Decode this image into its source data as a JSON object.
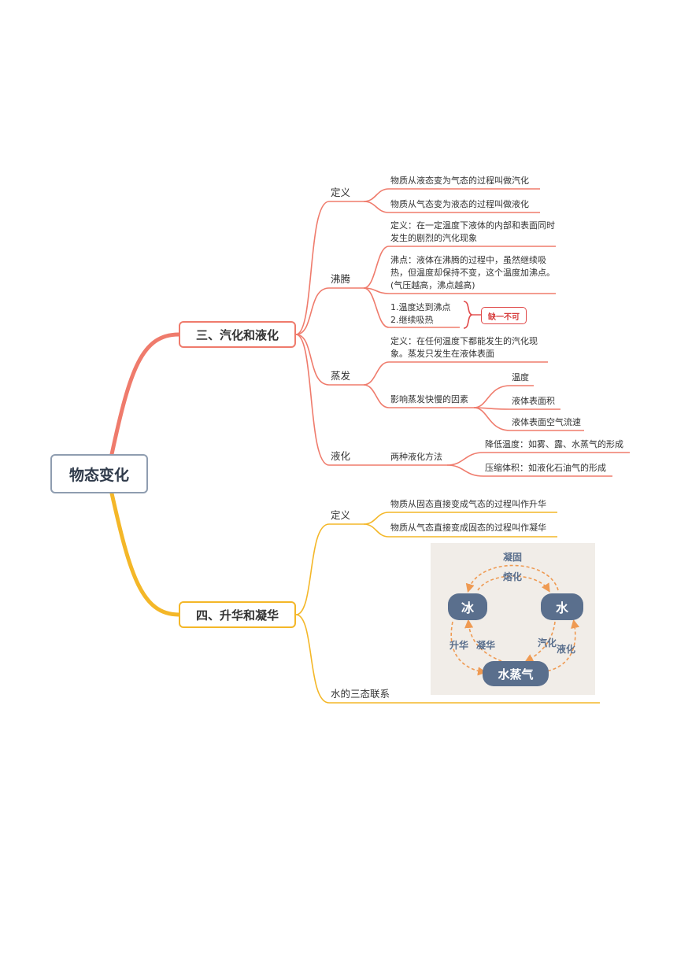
{
  "root": "物态变化",
  "branch_vaporization": {
    "title": "三、汽化和液化",
    "definition": {
      "label": "定义",
      "items": [
        "物质从液态变为气态的过程叫做汽化",
        "物质从气态变为液态的过程叫做液化"
      ]
    },
    "boiling": {
      "label": "沸腾",
      "definition": "定义：在一定温度下液体的内部和表面同时发生的剧烈的汽化现象",
      "boiling_point": "沸点：液体在沸腾的过程中，虽然继续吸热，但温度却保持不变，这个温度加沸点。(气压越高，沸点越高)",
      "conditions": [
        "1.温度达到沸点",
        "2.继续吸热"
      ],
      "badge": "缺一不可"
    },
    "evaporation": {
      "label": "蒸发",
      "definition": "定义：在任何温度下都能发生的汽化现象。蒸发只发生在液体表面",
      "factors_label": "影响蒸发快慢的因素",
      "factors": [
        "温度",
        "液体表面积",
        "液体表面空气流速"
      ]
    },
    "liquefaction": {
      "label": "液化",
      "methods_label": "两种液化方法",
      "methods": [
        "降低温度：如雾、露、水蒸气的形成",
        "压缩体积：如液化石油气的形成"
      ]
    }
  },
  "branch_sublimation": {
    "title": "四、升华和凝华",
    "definition": {
      "label": "定义",
      "items": [
        "物质从固态直接变成气态的过程叫作升华",
        "物质从气态直接变成固态的过程叫作凝华"
      ]
    },
    "water_states_label": "水的三态联系",
    "cycle": {
      "ice": "冰",
      "water": "水",
      "vapor": "水蒸气",
      "labels": {
        "freezing": "凝固",
        "melting": "熔化",
        "sublimation": "升华",
        "deposition": "凝华",
        "vaporization": "汽化",
        "liquefaction": "液化"
      }
    }
  },
  "colors": {
    "red_branch": "#ef7b6c",
    "yellow_branch": "#f4b728",
    "root_border": "#8f9db0",
    "cycle_node": "#5a6f8d",
    "cycle_arrow": "#ef9a52",
    "cycle_bg": "#f1ede8"
  }
}
